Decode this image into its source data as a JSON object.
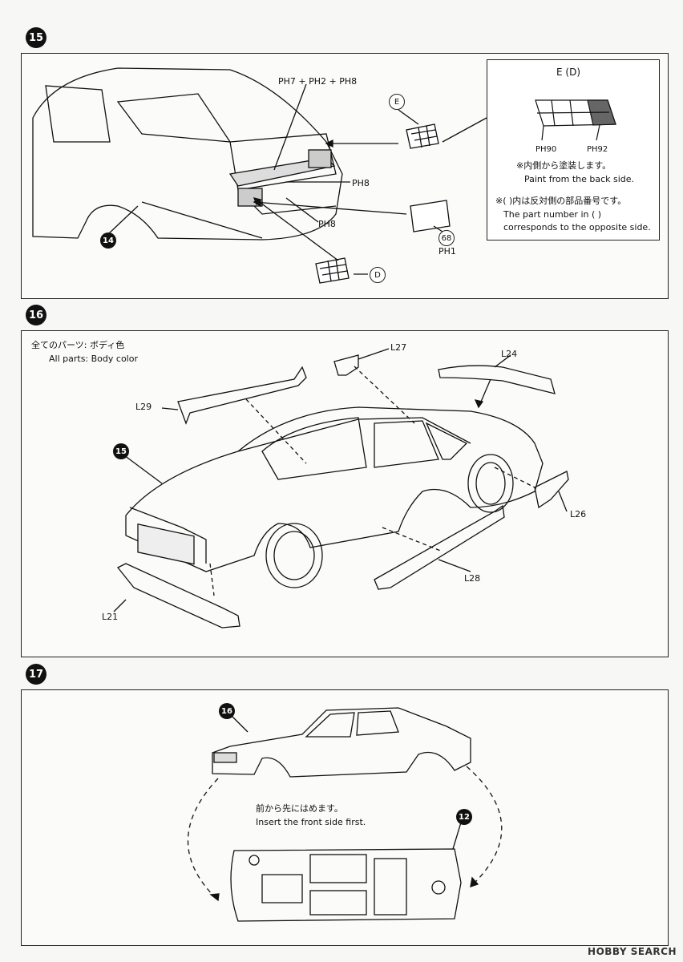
{
  "step15": {
    "number": "15",
    "paint_formula": "PH7 + PH2 + PH8",
    "paint_ph8_a": "PH8",
    "paint_ph8_b": "PH8",
    "part_e": "E",
    "part_d": "D",
    "part_68": "68",
    "paint_ph1": "PH1",
    "part_14": "14",
    "callout": {
      "header": "E (D)",
      "paint_left": "PH90",
      "paint_right": "PH92",
      "note1_jp": "※内側から塗装します。",
      "note1_en": "Paint from the back side.",
      "note2_jp": "※(   )内は反対側の部品番号です。",
      "note2_en_1": "The part number in (   )",
      "note2_en_2": "corresponds to the opposite side."
    }
  },
  "step16": {
    "number": "16",
    "note_jp": "全てのパーツ: ボディ色",
    "note_en": "All parts: Body color",
    "part_27": "L27",
    "part_24": "L24",
    "part_29": "L29",
    "part_15": "15",
    "part_26": "L26",
    "part_28": "L28",
    "part_21": "L21"
  },
  "step17": {
    "number": "17",
    "part_16": "16",
    "part_12": "12",
    "note_jp": "前から先にはめます。",
    "note_en": "Insert the front side first."
  },
  "watermark": "HOBBY SEARCH"
}
